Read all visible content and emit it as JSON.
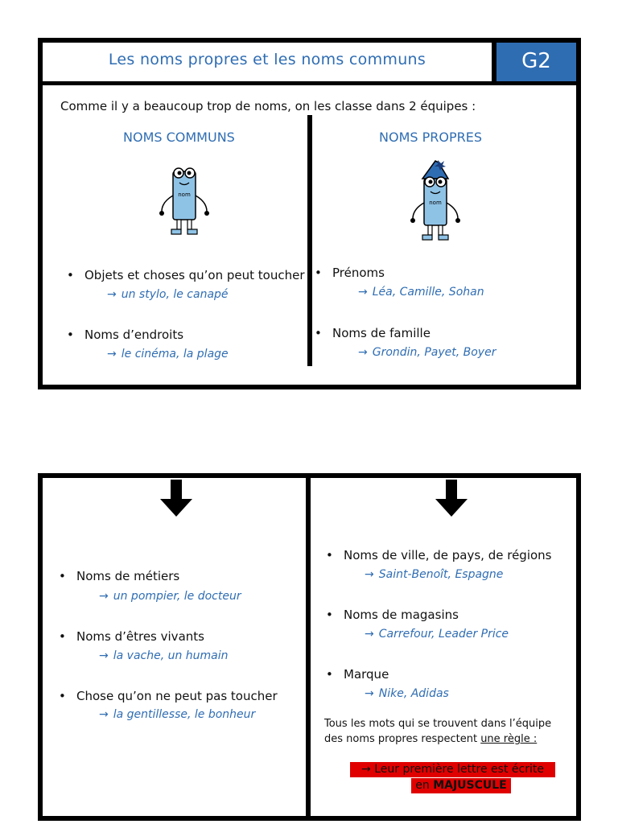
{
  "header": {
    "title": "Les noms propres et les noms communs",
    "badge": "G2"
  },
  "intro": "Comme il y a beaucoup trop de noms, on les classe dans 2 équipes :",
  "columns": {
    "communs": {
      "heading": "NOMS COMMUNS",
      "mascot_label": "nom"
    },
    "propres": {
      "heading": "NOMS PROPRES",
      "mascot_label": "nom"
    }
  },
  "top_left_items": [
    {
      "label": "Objets et choses qu’on peut toucher",
      "example": "un stylo, le canapé"
    },
    {
      "label": "Noms d’endroits",
      "example": "le cinéma, la plage"
    }
  ],
  "top_right_items": [
    {
      "label": "Prénoms",
      "example": "Léa, Camille, Sohan"
    },
    {
      "label": "Noms de famille",
      "example": "Grondin, Payet, Boyer"
    }
  ],
  "bottom_left_items": [
    {
      "label": "Noms de métiers",
      "example": "un pompier, le docteur"
    },
    {
      "label": "Noms d’êtres vivants",
      "example": "la vache, un humain"
    },
    {
      "label": "Chose qu’on ne peut pas toucher",
      "example": "la gentillesse, le bonheur"
    }
  ],
  "bottom_right_items": [
    {
      "label": "Noms de ville, de pays, de régions",
      "example": "Saint-Benoît, Espagne"
    },
    {
      "label": "Noms de magasins",
      "example": "Carrefour, Leader Price"
    },
    {
      "label": "Marque",
      "example": "Nike, Adidas"
    }
  ],
  "rule": {
    "line1": "Tous les mots qui se trouvent dans l’équipe",
    "line2_prefix": "des noms propres respectent ",
    "line2_underlined": "une règle :",
    "highlight_line1": "→ Leur première lettre est écrite",
    "highlight_line2_prefix": "en ",
    "highlight_line2_bold": "MAJUSCULE"
  },
  "symbols": {
    "arrow": "→",
    "bullet": "•"
  },
  "colors": {
    "accent": "#2f6db3",
    "highlight": "#e00000",
    "mascot_body": "#8fc3e6"
  }
}
